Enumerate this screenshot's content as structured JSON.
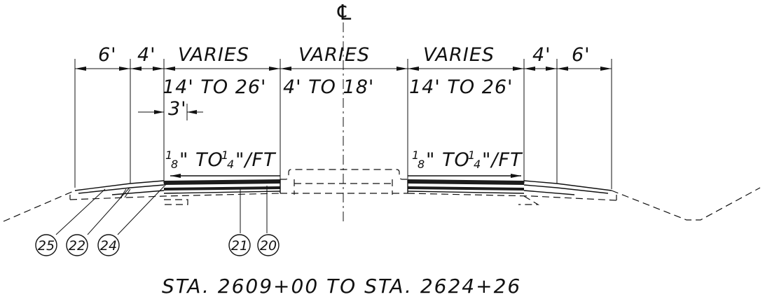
{
  "centerline_symbol": "℄",
  "dimensions_top": {
    "left_shoulder": "6'",
    "left_bike": "4'",
    "left_lane": "VARIES",
    "median": "VARIES",
    "right_lane": "VARIES",
    "right_bike": "4'",
    "right_shoulder": "6'"
  },
  "dimensions_range": {
    "left_lane": "14' TO 26'",
    "median": "4' TO 18'",
    "right_lane": "14' TO 26'"
  },
  "offset_dim": "3'",
  "slopes": {
    "left_num1": "1",
    "left_den1": "8",
    "left_mid": "\" TO",
    "left_num2": "1",
    "left_den2": "4",
    "left_end": "\"/FT",
    "right_num1": "1",
    "right_den1": "8",
    "right_mid": "\" TO",
    "right_num2": "1",
    "right_den2": "4",
    "right_end": "\"/FT"
  },
  "callouts": [
    "25",
    "22",
    "24",
    "21",
    "20"
  ],
  "station_label": "STA. 2609+00 TO STA. 2624+26"
}
